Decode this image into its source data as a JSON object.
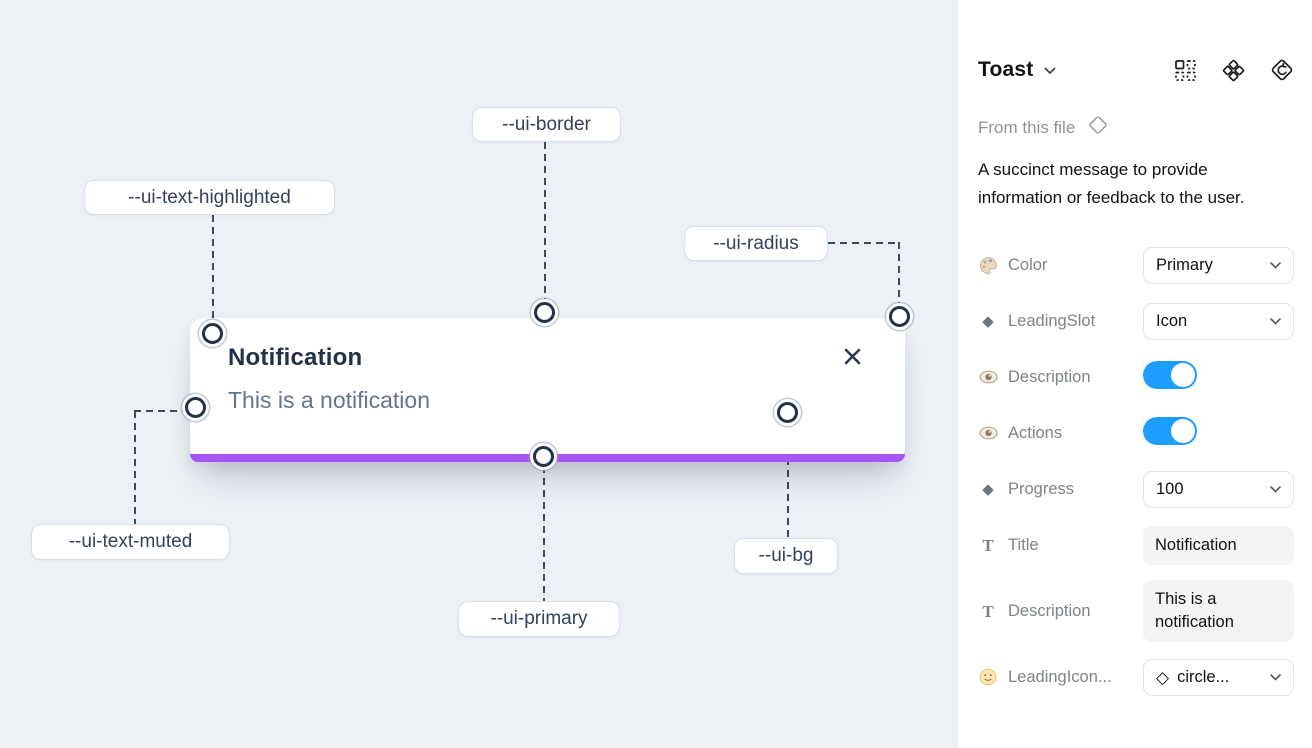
{
  "canvas": {
    "toast": {
      "title": "Notification",
      "description": "This is a notification"
    },
    "labels": {
      "border": "--ui-border",
      "text_highlighted": "--ui-text-highlighted",
      "radius": "--ui-radius",
      "text_muted": "--ui-text-muted",
      "primary": "--ui-primary",
      "bg": "--ui-bg"
    },
    "colors": {
      "canvas_bg": "#EDF1F6",
      "toast_bg": "#FFFFFF",
      "primary_bar": "#A855F7",
      "connector": "#3A4A63",
      "title_text": "#22304A",
      "muted_text": "#64748F"
    }
  },
  "panel": {
    "title": "Toast",
    "from_label": "From this file",
    "description": "A succinct message to provide information or feedback to the user.",
    "rows": {
      "color": {
        "label": "Color",
        "value": "Primary"
      },
      "leading_slot": {
        "label": "LeadingSlot",
        "value": "Icon"
      },
      "description_toggle": {
        "label": "Description",
        "state": "on"
      },
      "actions_toggle": {
        "label": "Actions",
        "state": "on"
      },
      "progress": {
        "label": "Progress",
        "value": "100"
      },
      "title_field": {
        "label": "Title",
        "value": "Notification"
      },
      "description_field": {
        "label": "Description",
        "value": "This is a notification"
      },
      "leading_icon": {
        "label": "LeadingIcon...",
        "value": "circle..."
      }
    },
    "glyphs": {
      "diamond_filled": "◆",
      "diamond_outline": "◇",
      "text_type": "T"
    },
    "colors": {
      "toggle_on": "#1E9EFF"
    }
  }
}
